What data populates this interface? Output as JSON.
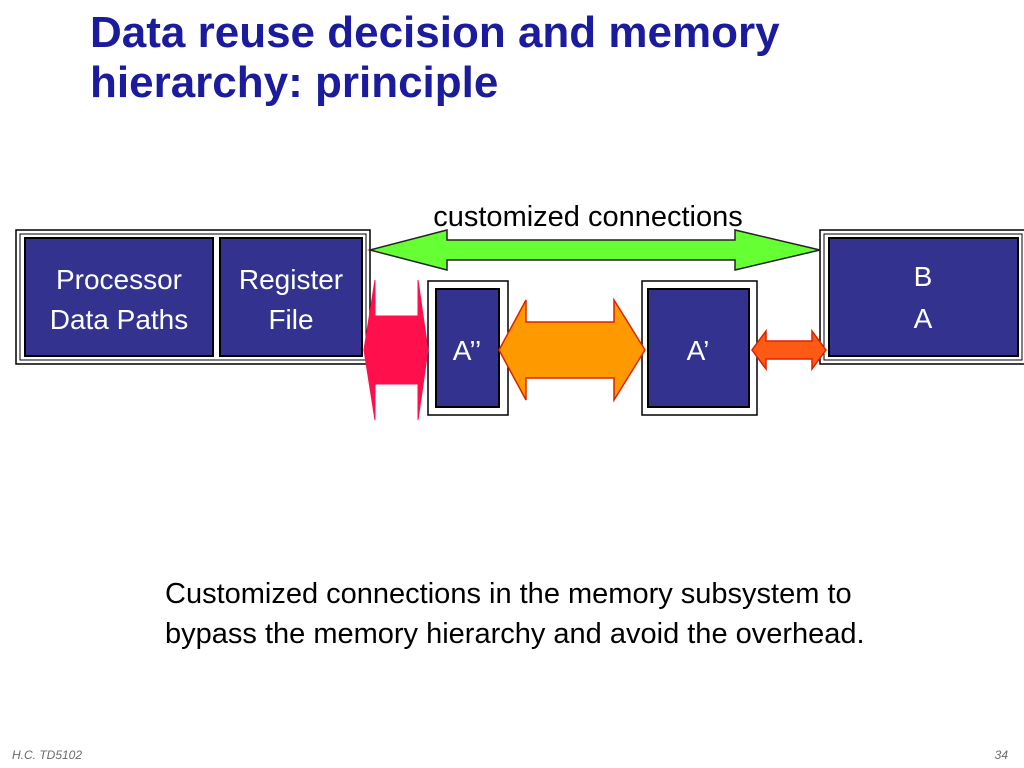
{
  "slide": {
    "title_line1": "Data reuse decision and memory",
    "title_line2": "hierarchy: principle"
  },
  "diagram": {
    "connection_label": "customized connections",
    "processor_line1": "Processor",
    "processor_line2": "Data Paths",
    "register_line1": "Register",
    "register_line2": "File",
    "a_double_prime": "A’’",
    "a_prime": "A’",
    "memory_line1": "B",
    "memory_line2": "A"
  },
  "caption": {
    "line1": "Customized connections in the memory subsystem to",
    "line2": "bypass the memory hierarchy and avoid the overhead."
  },
  "footer": {
    "left": "H.C.   TD5102",
    "page": "34"
  },
  "colors": {
    "title": "#1b1b9e",
    "box_fill": "#33338f",
    "box_text": "#ffffff",
    "green_arrow": "#66ff33",
    "red_arrow": "#ff0f4b",
    "orange_arrow": "#ff9900",
    "small_arrow": "#ff5a14"
  }
}
